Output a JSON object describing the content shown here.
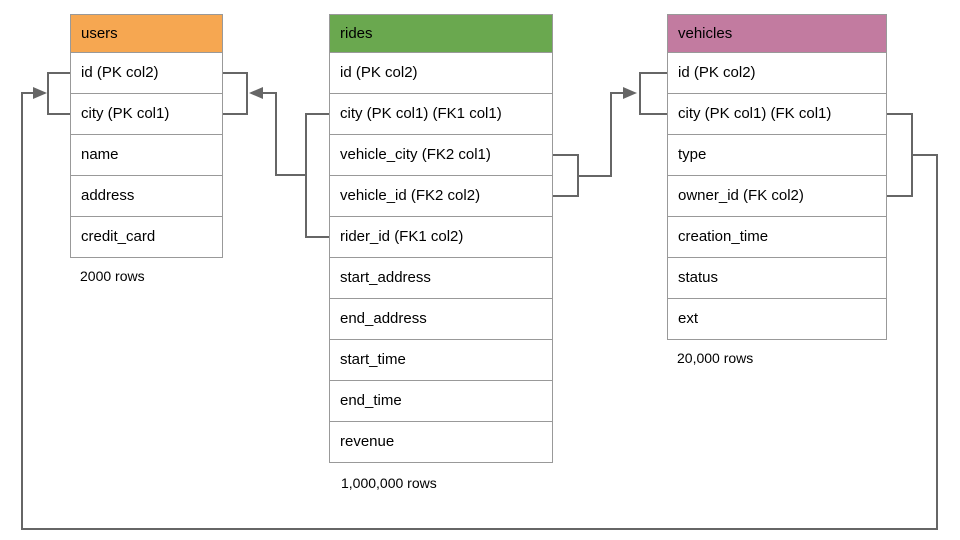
{
  "diagram": {
    "title": "database schema diagram",
    "colors": {
      "users_header": "#F6A751",
      "rides_header": "#6AA84F",
      "vehicles_header": "#C27BA0",
      "cell_border": "#999999",
      "connector_line": "#666666",
      "background": "#FFFFFF",
      "text": "#000000"
    },
    "tables": [
      {
        "name": "users",
        "header_color": "#F6A751",
        "columns": [
          "id (PK col2)",
          "city (PK col1)",
          "name",
          "address",
          "credit_card"
        ],
        "rows_label": "2000 rows"
      },
      {
        "name": "rides",
        "header_color": "#6AA84F",
        "columns": [
          "id (PK col2)",
          "city (PK col1) (FK1 col1)",
          "vehicle_city (FK2 col1)",
          "vehicle_id (FK2 col2)",
          "rider_id (FK1 col2)",
          "start_address",
          "end_address",
          "start_time",
          "end_time",
          "revenue"
        ],
        "rows_label": "1,000,000 rows"
      },
      {
        "name": "vehicles",
        "header_color": "#C27BA0",
        "columns": [
          "id (PK col2)",
          "city (PK col1) (FK col1)",
          "type",
          "owner_id (FK col2)",
          "creation_time",
          "status",
          "ext"
        ],
        "rows_label": "20,000 rows"
      }
    ],
    "relationships": [
      {
        "label": "FK1",
        "from": "rides (city, rider_id)",
        "to": "users (city, id)"
      },
      {
        "label": "FK2",
        "from": "rides (vehicle_city, vehicle_id)",
        "to": "vehicles (city, id)"
      },
      {
        "label": "FK",
        "from": "vehicles (city, owner_id)",
        "to": "users (city, id)"
      }
    ]
  }
}
